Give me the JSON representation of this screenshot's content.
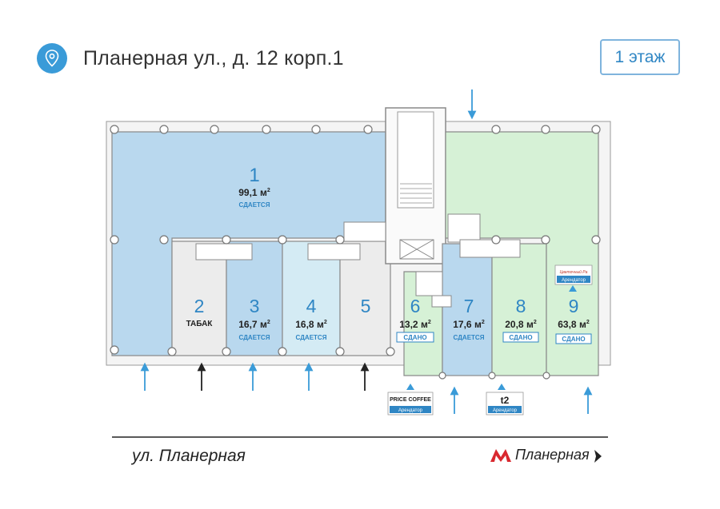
{
  "header": {
    "address": "Планерная ул., д. 12 корп.1",
    "floor_button": "1 этаж"
  },
  "colors": {
    "accent": "#2f86c4",
    "blue_rent": "#b9d8ee",
    "gray": "#ededed",
    "light_blue": "#d4ebf4",
    "green_rented": "#d6f1d6",
    "metro_red": "#d9282f"
  },
  "units": [
    {
      "num": "1",
      "area": "99,1 м",
      "status": "СДАЕТСЯ"
    },
    {
      "num": "2",
      "area": "",
      "label": "ТАБАК"
    },
    {
      "num": "3",
      "area": "16,7 м",
      "status": "СДАЕТСЯ"
    },
    {
      "num": "4",
      "area": "16,8 м",
      "status": "СДАЕТСЯ"
    },
    {
      "num": "5",
      "area": ""
    },
    {
      "num": "6",
      "area": "13,2 м",
      "status": "СДАНО"
    },
    {
      "num": "7",
      "area": "17,6 м",
      "status": "СДАЕТСЯ"
    },
    {
      "num": "8",
      "area": "20,8 м",
      "status": "СДАНО"
    },
    {
      "num": "9",
      "area": "63,8 м",
      "status": "СДАНО"
    }
  ],
  "area_unit_sup": "2",
  "tenants": {
    "coffee_logo": "PRICE COFFEE",
    "tele2_logo": "t2",
    "flower_logo": "Цветочный Ра",
    "label": "Арендатор"
  },
  "footer": {
    "street": "ул. Планерная",
    "metro_station": "Планерная",
    "metro_letter": "М"
  }
}
